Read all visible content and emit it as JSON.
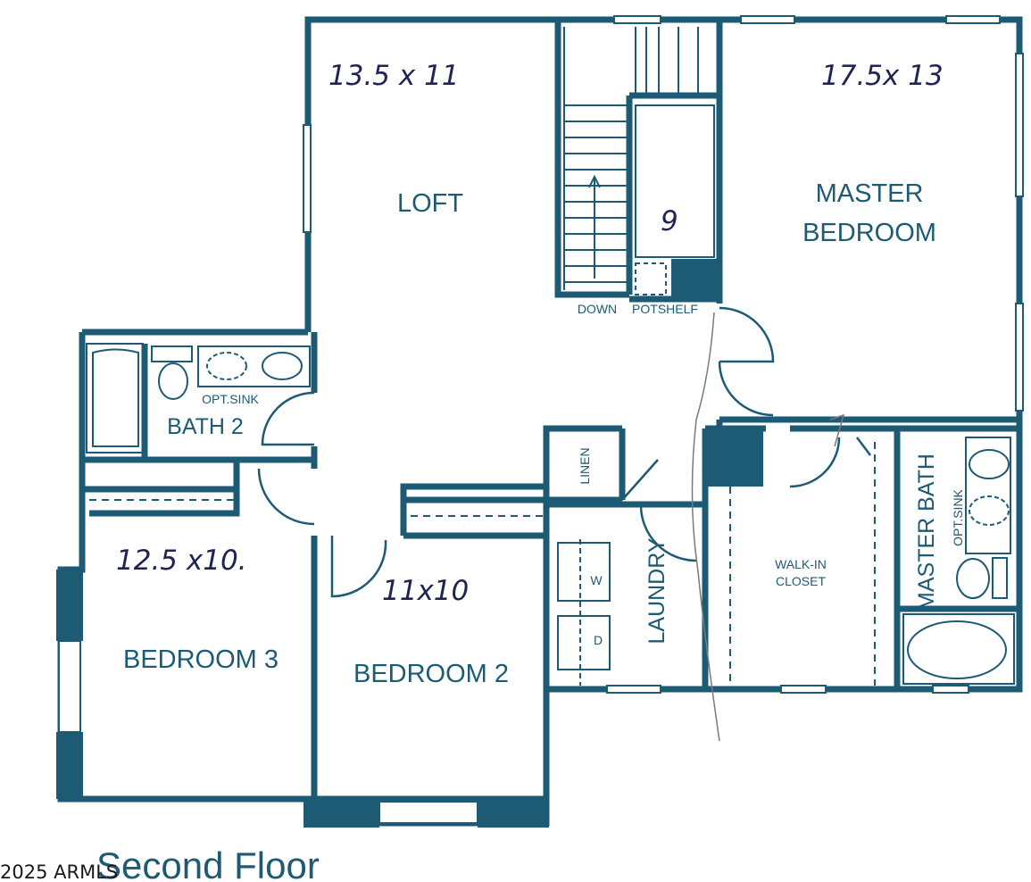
{
  "plan": {
    "title": "Second Floor",
    "watermark": "2025 ARMLS",
    "wall_color": "#1d5b74",
    "handwriting_color": "#1f2452"
  },
  "rooms": {
    "loft": "LOFT",
    "master_bedroom_line1": "MASTER",
    "master_bedroom_line2": "BEDROOM",
    "bath2": "BATH 2",
    "bath2_opt_sink": "OPT.SINK",
    "bedroom3": "BEDROOM 3",
    "bedroom2": "BEDROOM 2",
    "laundry": "LAUNDRY",
    "linen": "LINEN",
    "walkin_line1": "WALK-IN",
    "walkin_line2": "CLOSET",
    "master_bath": "MASTER BATH",
    "master_bath_opt_sink": "OPT.SINK",
    "stairs_down": "DOWN",
    "potshelf": "POTSHELF",
    "washer": "W",
    "dryer": "D"
  },
  "annotations": {
    "loft_size": "13.5 x 11",
    "master_size": "17.5x 13",
    "bedroom3_size": "12.5 x10.",
    "bedroom2_size": "11x10",
    "stair_mark": "9"
  }
}
